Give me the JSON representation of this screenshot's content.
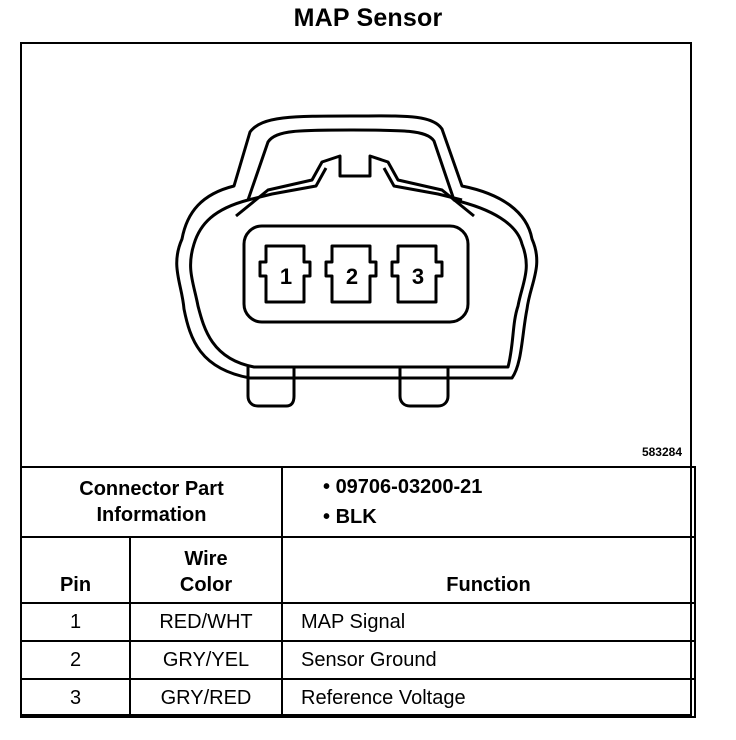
{
  "title": "MAP Sensor",
  "figure_id": "583284",
  "pin_labels": [
    "1",
    "2",
    "3"
  ],
  "connector_info": {
    "label_line1": "Connector Part",
    "label_line2": "Information",
    "part_number": "09706-03200-21",
    "color": "BLK"
  },
  "headers": {
    "pin": "Pin",
    "wire_color_line1": "Wire",
    "wire_color_line2": "Color",
    "function": "Function"
  },
  "rows": [
    {
      "pin": "1",
      "wire_color": "RED/WHT",
      "function": "MAP Signal"
    },
    {
      "pin": "2",
      "wire_color": "GRY/YEL",
      "function": "Sensor Ground"
    },
    {
      "pin": "3",
      "wire_color": "GRY/RED",
      "function": "Reference Voltage"
    }
  ]
}
